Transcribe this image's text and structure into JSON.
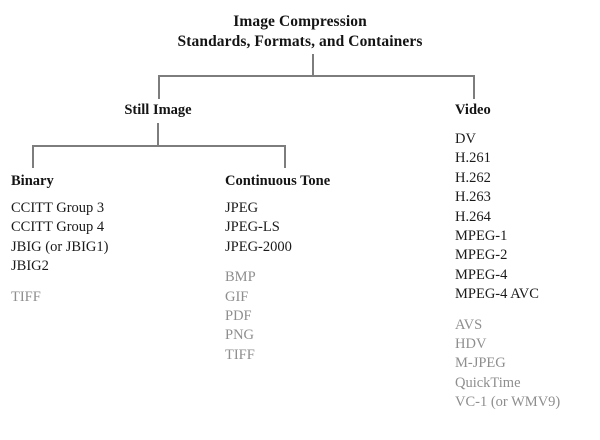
{
  "diagram": {
    "title_line1": "Image Compression",
    "title_line2": "Standards, Formats, and Containers",
    "colors": {
      "text": "#1a1a1a",
      "muted_text": "#8e8e8e",
      "connector": "#7d7d7d",
      "background": "#ffffff"
    },
    "branches": {
      "still_image": {
        "label": "Still Image",
        "children": {
          "binary": {
            "label": "Binary",
            "primary_items": [
              "CCITT Group 3",
              "CCITT Group 4",
              "JBIG (or JBIG1)",
              "JBIG2"
            ],
            "container_items": [
              "TIFF"
            ]
          },
          "continuous_tone": {
            "label": "Continuous Tone",
            "primary_items": [
              "JPEG",
              "JPEG-LS",
              "JPEG-2000"
            ],
            "container_items": [
              "BMP",
              "GIF",
              "PDF",
              "PNG",
              "TIFF"
            ]
          }
        }
      },
      "video": {
        "label": "Video",
        "primary_items": [
          "DV",
          "H.261",
          "H.262",
          "H.263",
          "H.264",
          "MPEG-1",
          "MPEG-2",
          "MPEG-4",
          "MPEG-4 AVC"
        ],
        "container_items": [
          "AVS",
          "HDV",
          "M-JPEG",
          "QuickTime",
          "VC-1 (or WMV9)"
        ]
      }
    }
  }
}
